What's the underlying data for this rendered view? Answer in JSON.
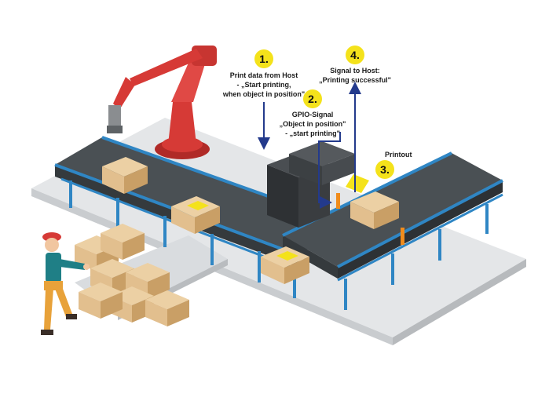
{
  "steps": [
    {
      "number": "1.",
      "lines": [
        "Print data from Host",
        "- „Start printing,",
        "when object in position\""
      ]
    },
    {
      "number": "2.",
      "lines": [
        "GPIO-Signal",
        "„Object in position\"",
        "- „start printing\""
      ]
    },
    {
      "number": "3.",
      "lines": [
        "Printout"
      ]
    },
    {
      "number": "4.",
      "lines": [
        "Signal to Host:",
        "„Printing successful\""
      ]
    }
  ],
  "colors": {
    "badge": "#f4e21b",
    "arrow": "#233a8c",
    "belt": "#4a5054",
    "frame": "#2f86c4",
    "floor": "#e4e6e8",
    "robot": "#d63a36",
    "box": "#e2bf8e",
    "printer": "#3a3d40",
    "sensor": "#f08c1c"
  },
  "icons": [
    "robot-arm-icon",
    "printer-icon",
    "worker-icon",
    "cardboard-box-icon",
    "sensor-icon"
  ]
}
